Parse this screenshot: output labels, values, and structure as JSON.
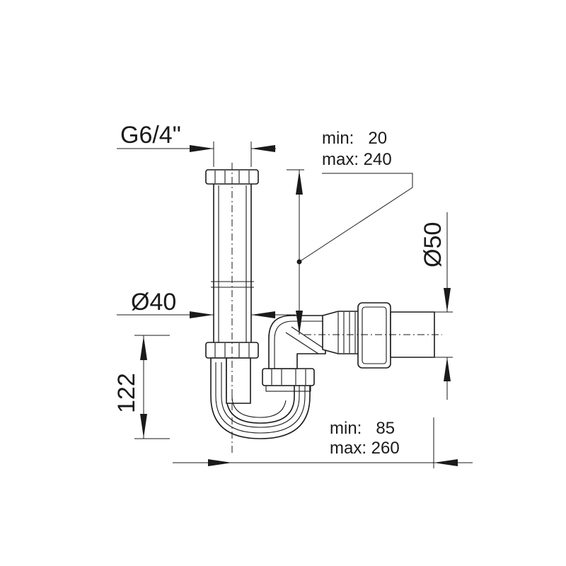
{
  "labels": {
    "thread": "G6/4\"",
    "diameter_inlet": "Ø40",
    "diameter_outlet": "Ø50",
    "height": "122",
    "vertical_range_min": "min:   20",
    "vertical_range_max": "max: 240",
    "horizontal_range_min": "min:   85",
    "horizontal_range_max": "max: 260"
  },
  "colors": {
    "line": "#1a1a1a",
    "background": "#ffffff"
  }
}
